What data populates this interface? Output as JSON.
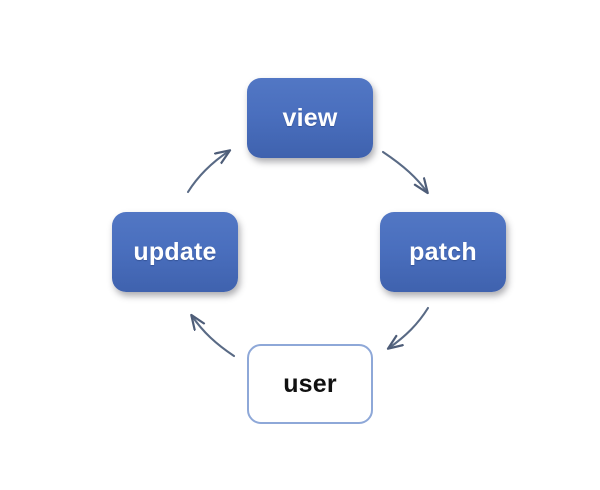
{
  "diagram": {
    "type": "cycle-flow",
    "background_color": "#ffffff",
    "direction": "clockwise",
    "node_fill_color": "#4a6fbe",
    "node_text_color": "#ffffff",
    "outlined_node_border_color": "#8ea8d8",
    "outlined_node_text_color": "#111111",
    "arrow_color": "#596a85",
    "nodes": [
      {
        "id": "view",
        "label": "view",
        "style": "filled"
      },
      {
        "id": "patch",
        "label": "patch",
        "style": "filled"
      },
      {
        "id": "user",
        "label": "user",
        "style": "outlined"
      },
      {
        "id": "update",
        "label": "update",
        "style": "filled"
      }
    ],
    "edges": [
      {
        "id": "view-to-patch",
        "from": "view",
        "to": "patch",
        "direction": "down-right"
      },
      {
        "id": "patch-to-user",
        "from": "patch",
        "to": "user",
        "direction": "down-left"
      },
      {
        "id": "user-to-update",
        "from": "user",
        "to": "update",
        "direction": "up-left"
      },
      {
        "id": "update-to-view",
        "from": "update",
        "to": "view",
        "direction": "up-right"
      }
    ]
  }
}
